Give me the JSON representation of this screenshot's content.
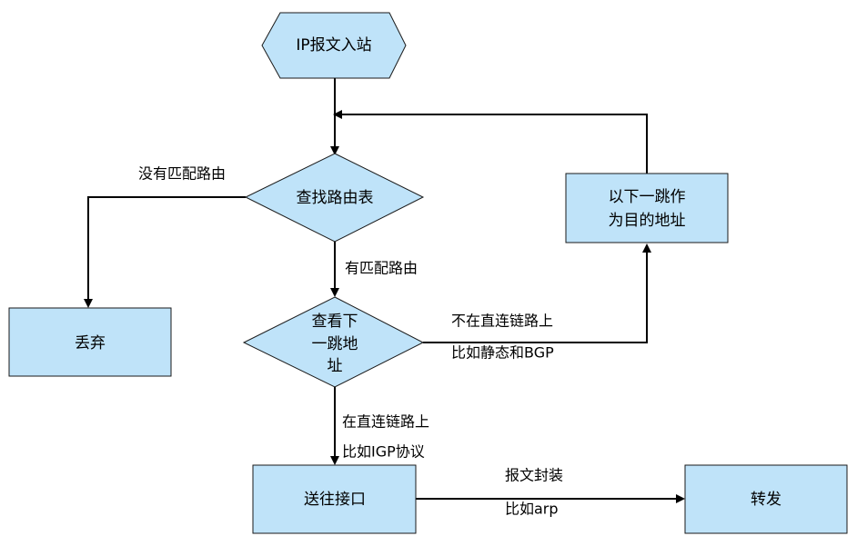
{
  "nodes": {
    "start": {
      "text": "IP报文入站"
    },
    "lookup": {
      "text": "查找路由表"
    },
    "check_next_hop": {
      "lines": [
        "查看下",
        "一跳地",
        "址"
      ]
    },
    "discard": {
      "text": "丢弃"
    },
    "send_interface": {
      "text": "送往接口"
    },
    "forward": {
      "text": "转发"
    },
    "next_hop_dest": {
      "lines": [
        "以下一跳作",
        "为目的地址"
      ]
    }
  },
  "edges": {
    "no_match": {
      "label": "没有匹配路由"
    },
    "has_match": {
      "label": "有匹配路由"
    },
    "not_direct": {
      "label": "不在直连链路上",
      "example": "比如静态和BGP"
    },
    "direct": {
      "label": "在直连链路上",
      "example": "比如IGP协议"
    },
    "encapsulate": {
      "label": "报文封装",
      "example": "比如arp"
    }
  }
}
